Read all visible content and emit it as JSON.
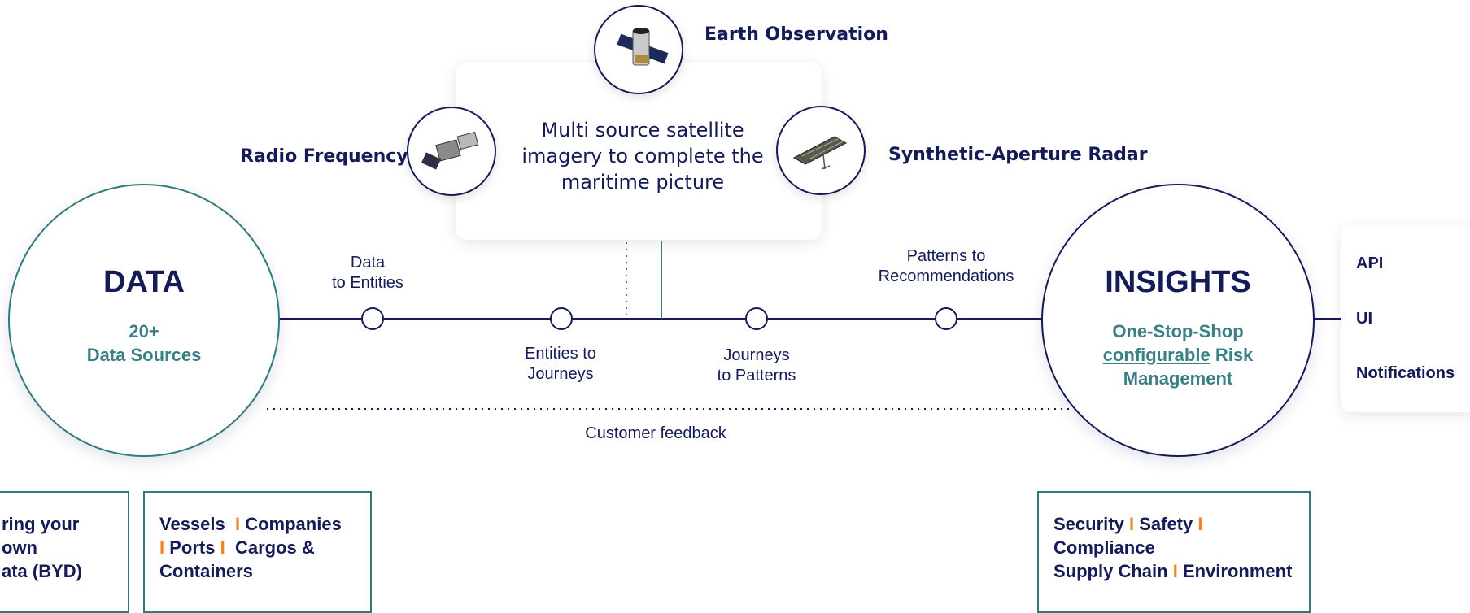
{
  "data_node": {
    "title": "DATA",
    "subtitle_line1": "20+",
    "subtitle_line2": "Data Sources"
  },
  "insights_node": {
    "title": "INSIGHTS",
    "subtitle_line1": "One-Stop-Shop",
    "subtitle_underlined": "configurable",
    "subtitle_line2_rest": " Risk",
    "subtitle_line3": "Management"
  },
  "center_card": {
    "line1": "Multi source satellite",
    "line2": "imagery to complete the",
    "line3": "maritime picture"
  },
  "satellites": {
    "earth_observation": "Earth Observation",
    "radio_frequency": "Radio Frequency",
    "sar": "Synthetic-Aperture Radar"
  },
  "pipeline": {
    "step1_line1": "Data",
    "step1_line2": "to Entities",
    "step2_line1": "Entities to",
    "step2_line2": "Journeys",
    "step3_line1": "Journeys",
    "step3_line2": "to Patterns",
    "step4_line1": "Patterns to",
    "step4_line2": "Recommendations",
    "feedback": "Customer feedback"
  },
  "outputs": [
    "API",
    "UI",
    "Notifications"
  ],
  "boxes": {
    "byd_line1": "ring your own",
    "byd_line2": "ata (BYD)",
    "entities": {
      "vessels": "Vessels",
      "companies": "Companies",
      "ports": "Ports",
      "cargos": "Cargos &",
      "containers": "Containers"
    },
    "domains": {
      "security": "Security",
      "safety": "Safety",
      "compliance": "Compliance",
      "supply_chain": "Supply Chain",
      "environment": "Environment"
    },
    "separator": "I"
  },
  "colors": {
    "navy": "#141b56",
    "teal": "#3a7f86",
    "orange": "#f5821f"
  }
}
